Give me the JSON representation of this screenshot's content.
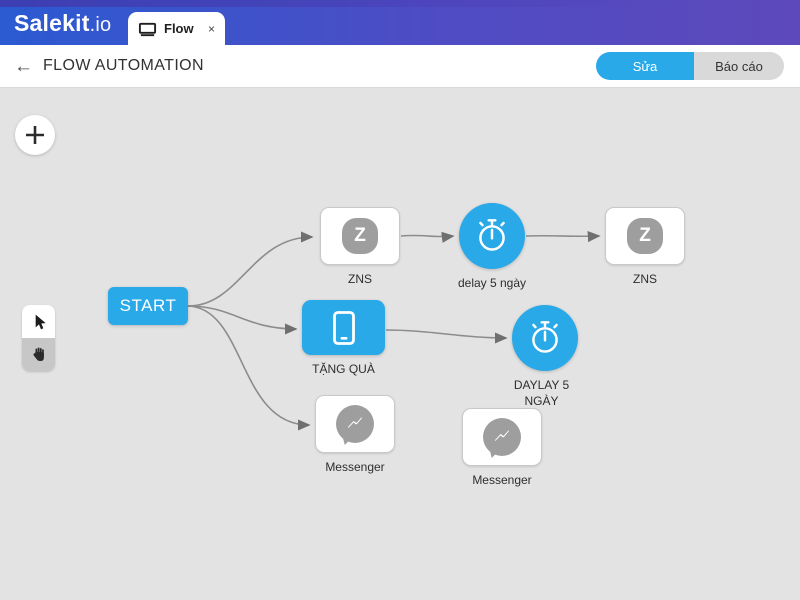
{
  "topbar": {
    "logo": "Salekit",
    "logo_suffix": ".io",
    "tab": {
      "label": "Flow",
      "close": "×"
    }
  },
  "header": {
    "back": "←",
    "title": "FLOW AUTOMATION",
    "edit_button": "Sửa",
    "report_button": "Báo cáo"
  },
  "flow": {
    "start": {
      "label": "START"
    },
    "zns1": {
      "label": "ZNS",
      "letter": "Z"
    },
    "delay1": {
      "label": "delay 5 ngày"
    },
    "zns2": {
      "label": "ZNS",
      "letter": "Z"
    },
    "gift": {
      "label": "TẶNG QUÀ"
    },
    "delay2": {
      "label": "DAYLAY 5 NGÀY"
    },
    "messenger1": {
      "label": "Messenger"
    },
    "messenger2": {
      "label": "Messenger"
    }
  },
  "colors": {
    "accent": "#29a9e8",
    "topbar_gradient_start": "#2b5ad1",
    "topbar_gradient_end": "#5d49bb",
    "canvas_bg": "#e3e3e3",
    "icon_gray": "#9e9e9e",
    "connector": "#8c8c8c"
  }
}
